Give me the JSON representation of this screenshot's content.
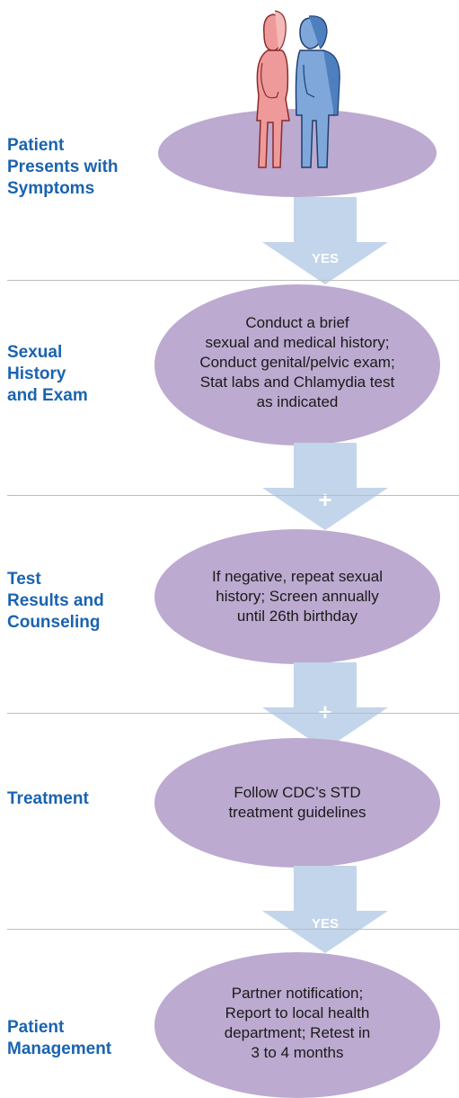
{
  "stages": [
    {
      "label": "Patient\nPresents with\nSymptoms",
      "text": ""
    },
    {
      "label": "Sexual\nHistory\nand Exam",
      "text": "Conduct a brief\nsexual and medical history;\nConduct genital/pelvic exam;\nStat labs and Chlamydia test\nas indicated"
    },
    {
      "label": "Test\nResults and\nCounseling",
      "text": "If negative, repeat sexual\nhistory; Screen annually\nuntil 26th birthday"
    },
    {
      "label": "Treatment",
      "text": "Follow CDC’s STD\ntreatment guidelines"
    },
    {
      "label": "Patient\nManagement",
      "text": "Partner notification;\nReport to local health\ndepartment; Retest in\n3 to 4 months"
    }
  ],
  "connectors": [
    "YES",
    "+",
    "+",
    "YES"
  ],
  "figures_icon": "woman-and-man-icon",
  "colors": {
    "label": "#1a63b0",
    "ellipse": "#bcaad0",
    "arrow": "#c3d5ea",
    "divider": "#bdbdbd",
    "woman": "#ef9a9a",
    "man": "#7fa7da"
  }
}
